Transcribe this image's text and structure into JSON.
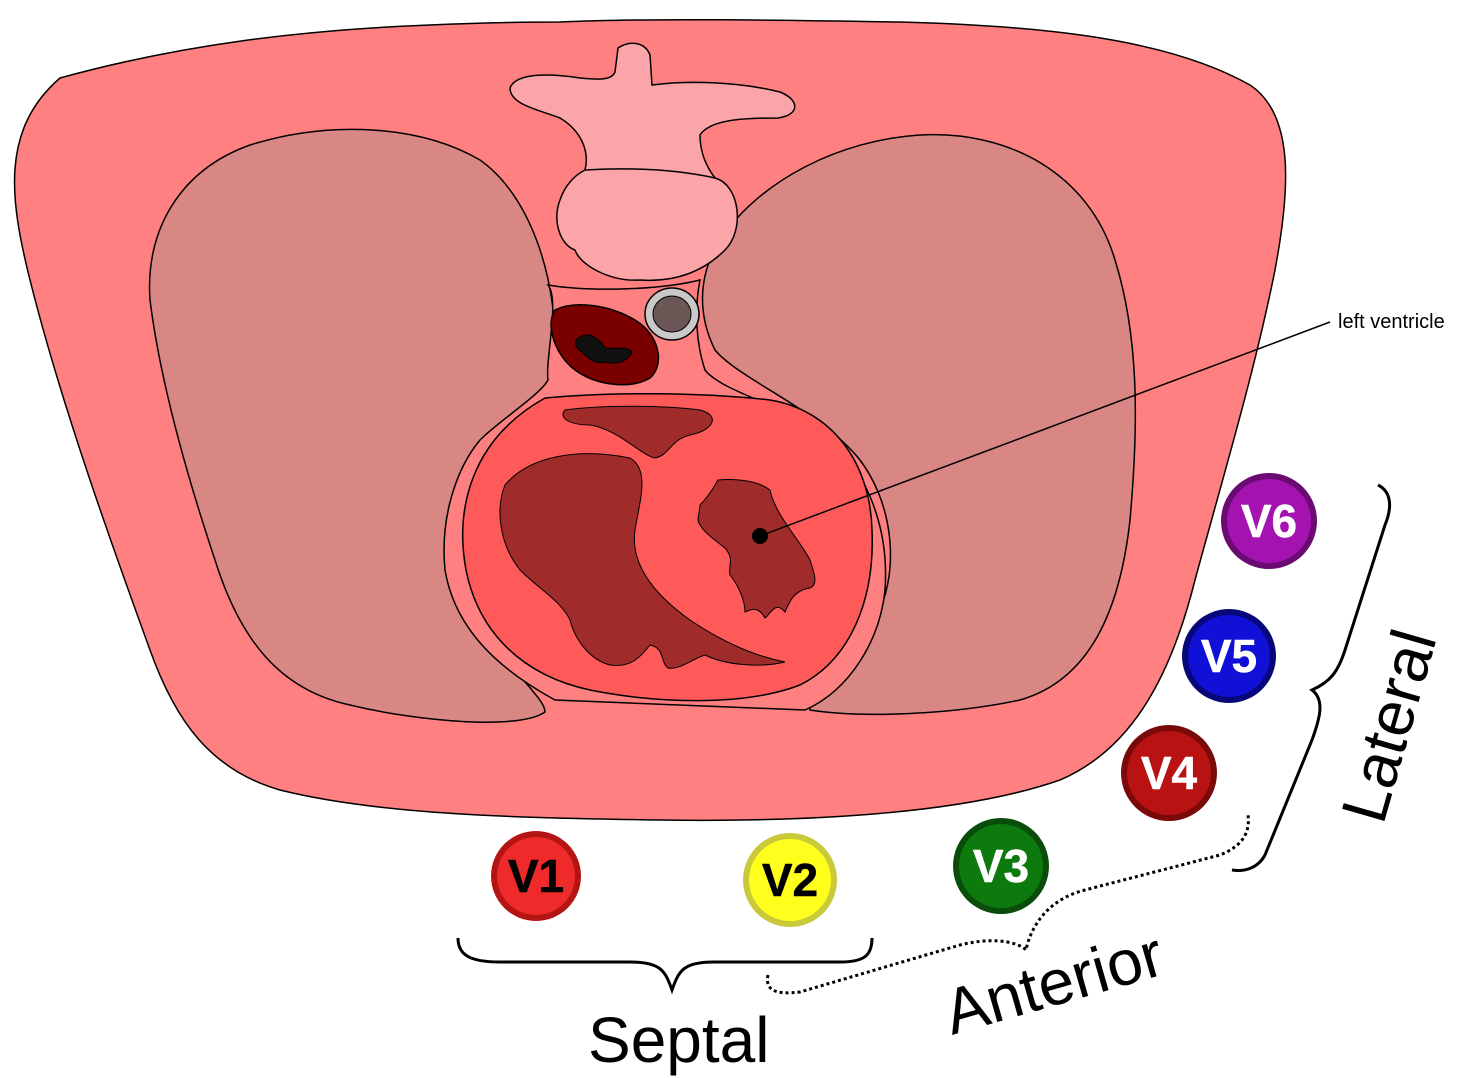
{
  "annotation": {
    "label": "left ventricle"
  },
  "leads": [
    {
      "id": "v1",
      "label": "V1",
      "fill": "#ee2a2a",
      "ring": "#b51414",
      "text_color": "#000000"
    },
    {
      "id": "v2",
      "label": "V2",
      "fill": "#ffff1e",
      "ring": "#c9c93a",
      "text_color": "#000000"
    },
    {
      "id": "v3",
      "label": "V3",
      "fill": "#0d7a0d",
      "ring": "#0a4d0a",
      "text_color": "#ffffff"
    },
    {
      "id": "v4",
      "label": "V4",
      "fill": "#b81212",
      "ring": "#7a0a0a",
      "text_color": "#ffffff"
    },
    {
      "id": "v5",
      "label": "V5",
      "fill": "#1010d6",
      "ring": "#07077a",
      "text_color": "#ffffff"
    },
    {
      "id": "v6",
      "label": "V6",
      "fill": "#a413b0",
      "ring": "#6a0a72",
      "text_color": "#ffffff"
    }
  ],
  "regions": {
    "septal": "Septal",
    "anterior": "Anterior",
    "lateral": "Lateral"
  },
  "colors": {
    "body": "#ff8080",
    "lungs": "#d98784",
    "vertebra": "#fca5a8",
    "heart_outer": "#ff6a6a",
    "heart_wall": "#ff5a5a",
    "cavity": "#a02b2b",
    "esophagus": "#7a0000",
    "aorta": "#6b5656"
  }
}
